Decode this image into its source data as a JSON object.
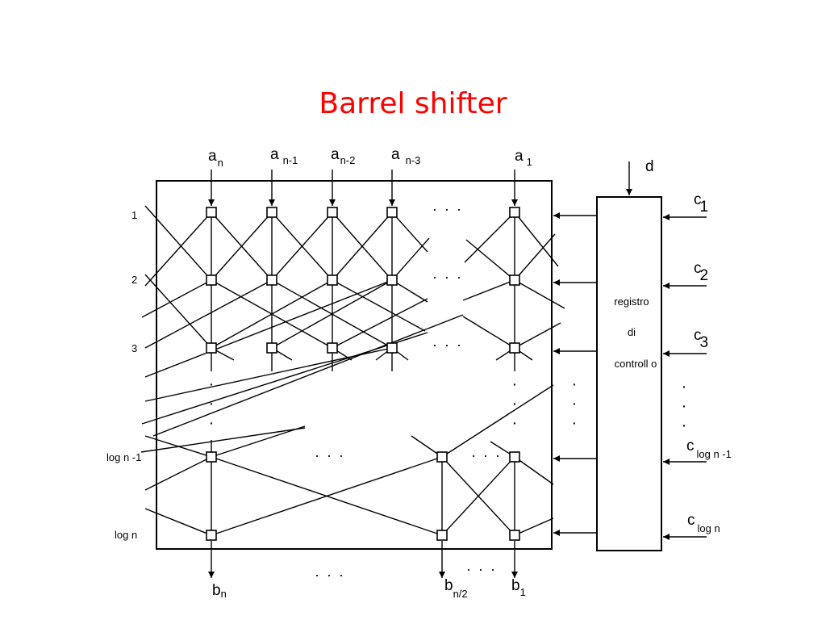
{
  "title": "Barrel shifter",
  "inputs": [
    {
      "base": "a",
      "sub": "n"
    },
    {
      "base": "a",
      "sub": "n-1"
    },
    {
      "base": "a",
      "sub": "n-2"
    },
    {
      "base": "a",
      "sub": "n-3"
    },
    {
      "base": "a",
      "sub": "1"
    }
  ],
  "outputs": [
    {
      "base": "b",
      "sub": "n"
    },
    {
      "base": "b",
      "sub": "n/2"
    },
    {
      "base": "b",
      "sub": "1"
    }
  ],
  "rows": [
    "1",
    "2",
    "3",
    "log n -1",
    "log n"
  ],
  "register": {
    "line1": "registro",
    "line2": "di",
    "line3": "controll o",
    "input": "d"
  },
  "controls": [
    {
      "base": "c",
      "sub": "1"
    },
    {
      "base": "c",
      "sub": "2"
    },
    {
      "base": "c",
      "sub": "3"
    },
    {
      "base": "c",
      "sub": "log n -1"
    },
    {
      "base": "c",
      "sub": "log n"
    }
  ],
  "ellipsis": "· · ·",
  "vdot": "·"
}
